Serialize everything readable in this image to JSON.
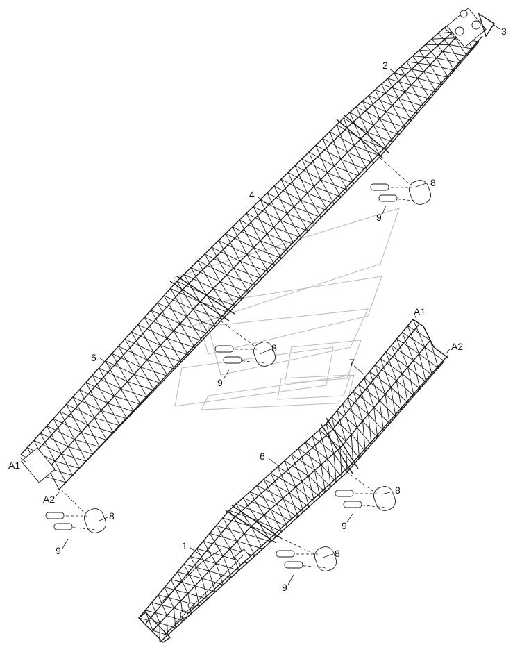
{
  "callouts": [
    {
      "id": "c1",
      "text": "1"
    },
    {
      "id": "c2",
      "text": "2"
    },
    {
      "id": "c3",
      "text": "3"
    },
    {
      "id": "c4",
      "text": "4"
    },
    {
      "id": "c5",
      "text": "5"
    },
    {
      "id": "c6",
      "text": "6"
    },
    {
      "id": "c7",
      "text": "7"
    },
    {
      "id": "c8a",
      "text": "8"
    },
    {
      "id": "c8b",
      "text": "8"
    },
    {
      "id": "c8c",
      "text": "8"
    },
    {
      "id": "c8d",
      "text": "8"
    },
    {
      "id": "c8e",
      "text": "8"
    },
    {
      "id": "c9a",
      "text": "9"
    },
    {
      "id": "c9b",
      "text": "9"
    },
    {
      "id": "c9c",
      "text": "9"
    },
    {
      "id": "c9d",
      "text": "9"
    },
    {
      "id": "c9e",
      "text": "9"
    },
    {
      "id": "a1-left",
      "text": "A1"
    },
    {
      "id": "a2-left",
      "text": "A2"
    },
    {
      "id": "a1-right",
      "text": "A1"
    },
    {
      "id": "a2-right",
      "text": "A2"
    }
  ],
  "colors": {
    "line": "#1a1a1a",
    "watermark": "#bdbdbd",
    "background": "#ffffff"
  }
}
